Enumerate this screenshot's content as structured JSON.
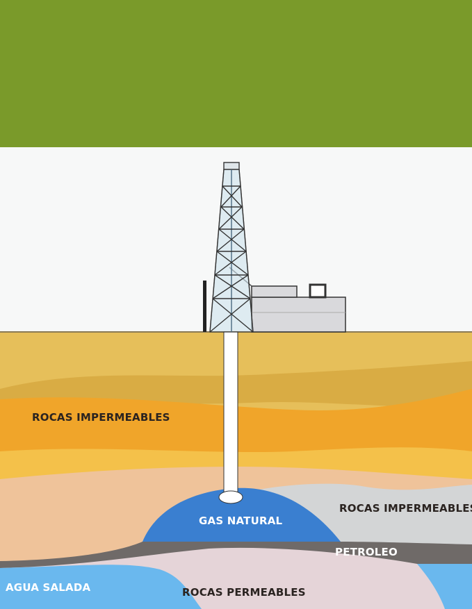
{
  "colors": {
    "banner": "#7a9a2a",
    "sky": "#f7f8f8",
    "ground_top": "#e6bf5a",
    "orange_layer": "#f0a52a",
    "gas": "#3a7fd0",
    "petroleo": "#6f6a68",
    "agua": "#6ab8ee",
    "rocas_permeables": "#e5d4d8",
    "rocas_impermeables_right": "#d3d5d6"
  },
  "labels": {
    "rocas_impermeables_top": "ROCAS IMPERMEABLES",
    "rocas_impermeables_right": "ROCAS IMPERMEABLES",
    "gas_natural": "GAS NATURAL",
    "petroleo": "PETROLEO",
    "agua_salada": "AGUA SALADA",
    "rocas_permeables": "ROCAS PERMEABLES"
  },
  "icons": {
    "derrick": "oil-derrick-icon",
    "plant": "plant-building-icon"
  }
}
